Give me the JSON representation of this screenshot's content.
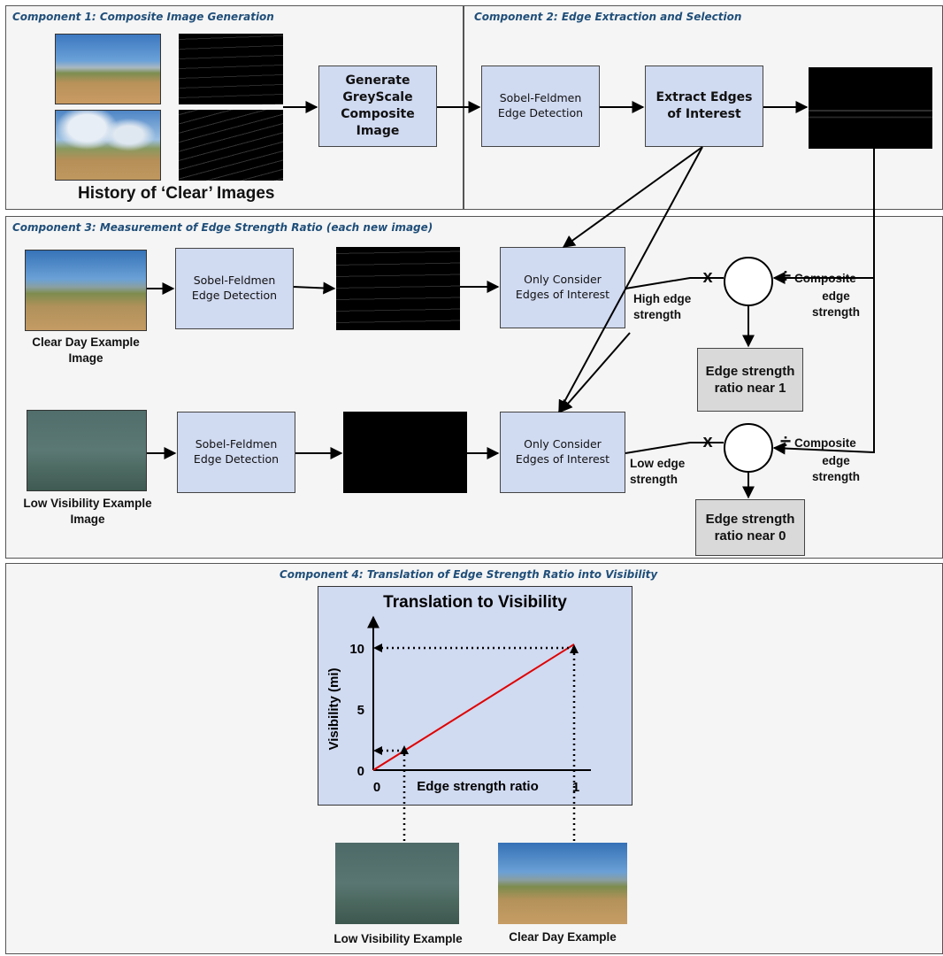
{
  "component1": {
    "title": "Component 1: Composite Image Generation",
    "box_generate": "Generate GreyScale Composite Image",
    "history_label": "History of ‘Clear’ Images"
  },
  "component2": {
    "title": "Component 2: Edge Extraction and Selection",
    "box_sobel": "Sobel-Feldmen Edge Detection",
    "box_extract": "Extract Edges of Interest"
  },
  "component3": {
    "title": "Component 3: Measurement of Edge Strength Ratio (each new image)",
    "row_clear": {
      "image_label": "Clear Day Example Image",
      "box_sobel": "Sobel-Feldmen Edge Detection",
      "box_consider": "Only Consider Edges of Interest",
      "multiply": "x",
      "strength_label": "High edge strength",
      "divide_symbol": "÷",
      "composite_label_top": "Composite",
      "composite_label_bottom": "edge strength",
      "result": "Edge strength ratio near 1"
    },
    "row_low": {
      "image_label": "Low Visibility Example Image",
      "box_sobel": "Sobel-Feldmen Edge Detection",
      "box_consider": "Only Consider Edges of Interest",
      "multiply": "x",
      "strength_label": "Low edge strength",
      "divide_symbol": "÷",
      "composite_label_top": "Composite",
      "composite_label_bottom": "edge strength",
      "result": "Edge strength ratio near 0"
    }
  },
  "component4": {
    "title": "Component 4: Translation of Edge Strength Ratio into Visibility",
    "low_label": "Low Visibility Example",
    "clear_label": "Clear Day Example"
  },
  "chart_data": {
    "type": "line",
    "title": "Translation to Visibility",
    "xlabel": "Edge strength ratio",
    "ylabel": "Visibility (mi)",
    "x_ticks": [
      "0",
      "1"
    ],
    "y_ticks": [
      "0",
      "5",
      "10"
    ],
    "xlim": [
      0,
      1
    ],
    "ylim": [
      0,
      10
    ],
    "series": [
      {
        "x": [
          0,
          1
        ],
        "y": [
          0,
          10.3
        ],
        "color": "#e00000"
      }
    ],
    "markers": [
      {
        "x": 0.15,
        "y": 1.4
      },
      {
        "x": 0.95,
        "y": 10
      }
    ]
  }
}
